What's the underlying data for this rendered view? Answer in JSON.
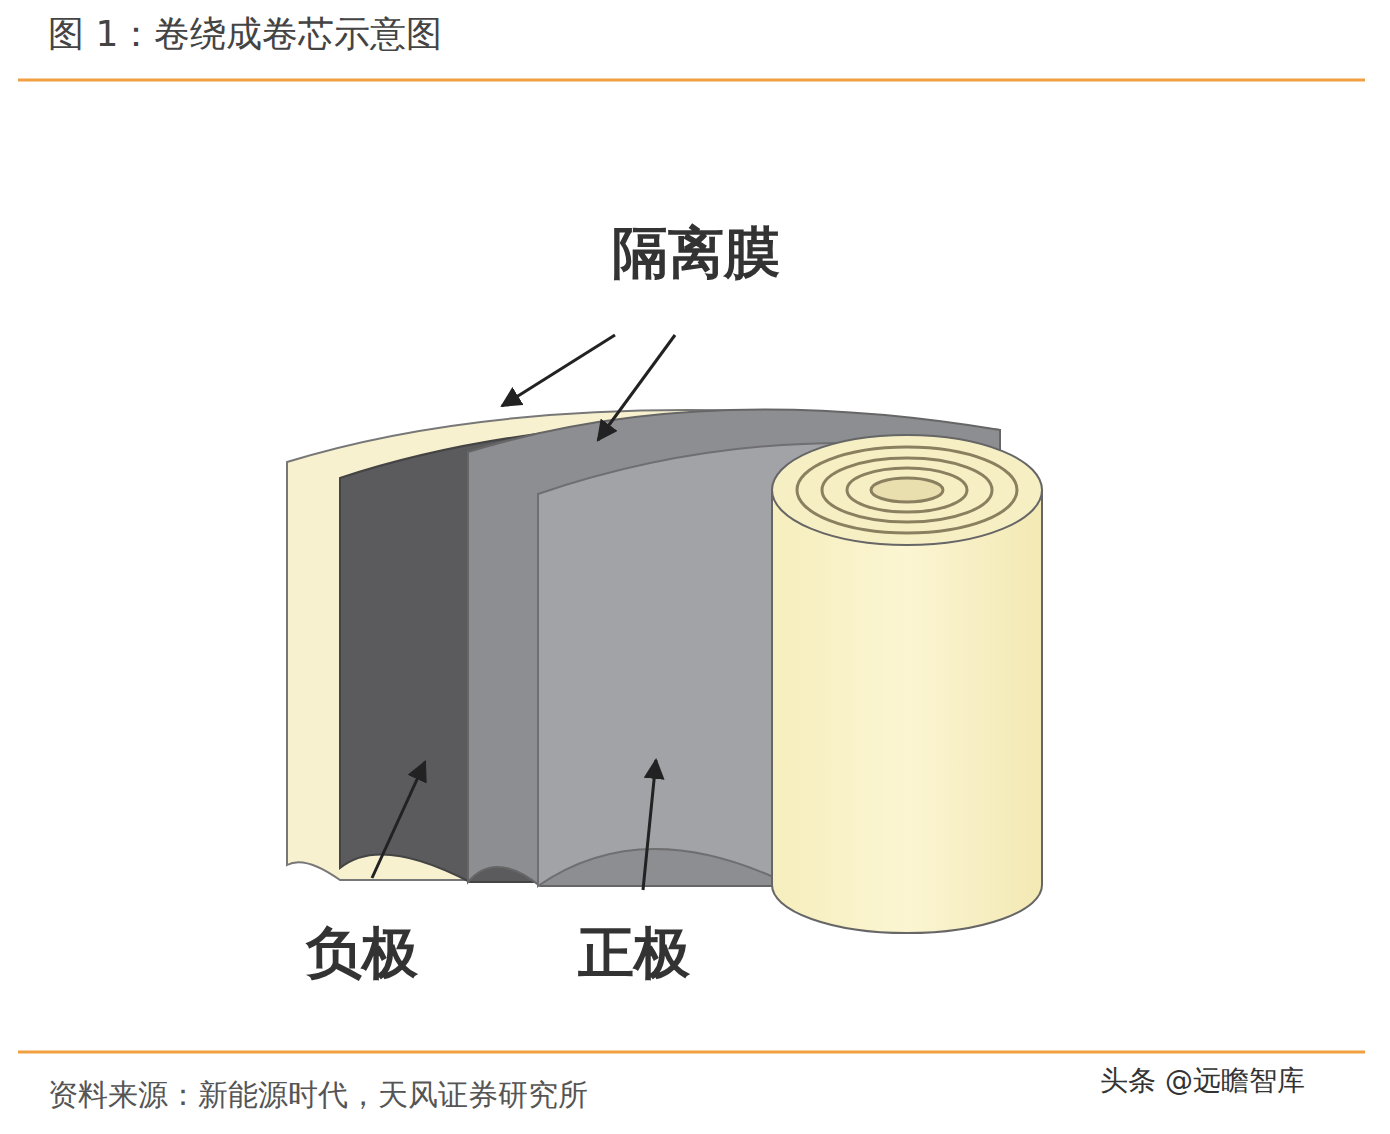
{
  "diagram": {
    "title": "图 1：卷绕成卷芯示意图",
    "caption": "资料来源：新能源时代，天风证券研究所",
    "labels": [
      "隔离膜",
      "负极",
      "正极",
      "头条 @远瞻智库"
    ]
  }
}
